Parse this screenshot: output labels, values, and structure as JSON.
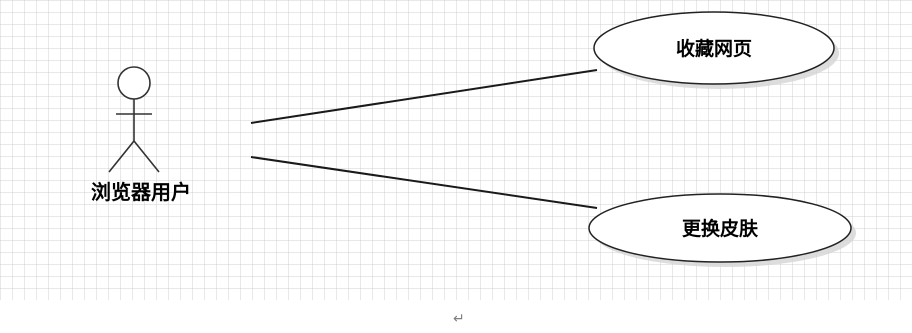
{
  "diagram": {
    "actor": {
      "label": "浏览器用户"
    },
    "use_cases": [
      {
        "label": "收藏网页"
      },
      {
        "label": "更换皮肤"
      }
    ]
  },
  "icons": {
    "paragraph_mark": "↵"
  }
}
